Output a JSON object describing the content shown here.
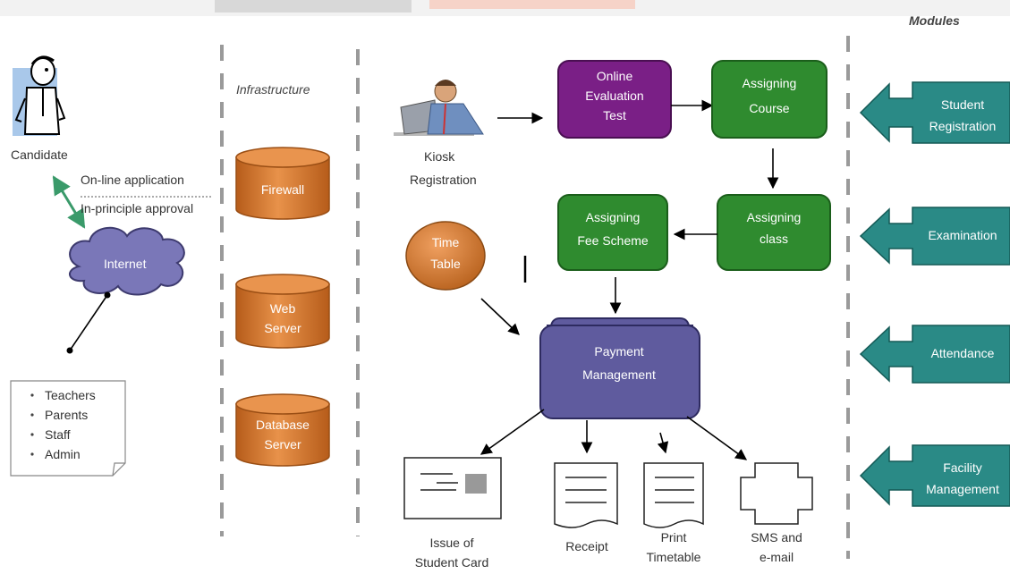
{
  "header": {
    "modules_label": "Modules",
    "infrastructure_label": "Infrastructure"
  },
  "candidate": {
    "label": "Candidate",
    "online_application": "On-line application",
    "in_principle_approval": "In-principle approval",
    "internet": "Internet",
    "users": [
      "Teachers",
      "Parents",
      "Staff",
      "Admin"
    ]
  },
  "infrastructure": {
    "firewall": "Firewall",
    "web_server": [
      "Web",
      "Server"
    ],
    "database_server": [
      "Database",
      "Server"
    ]
  },
  "kiosk": {
    "label_line1": "Kiosk",
    "label_line2": "Registration"
  },
  "process": {
    "online_eval": [
      "Online",
      "Evaluation",
      "Test"
    ],
    "assigning_course": [
      "Assigning",
      "Course"
    ],
    "assigning_class": [
      "Assigning",
      "class"
    ],
    "assigning_fee": [
      "Assigning",
      "Fee Scheme"
    ],
    "time_table": [
      "Time",
      "Table"
    ],
    "payment": [
      "Payment",
      "Management"
    ]
  },
  "outputs": {
    "student_card": [
      "Issue of",
      "Student Card"
    ],
    "receipt": [
      "Receipt"
    ],
    "print_timetable": [
      "Print",
      "Timetable"
    ],
    "sms_email": [
      "SMS and",
      "e-mail"
    ]
  },
  "modules": [
    [
      "Student",
      "Registration"
    ],
    [
      "Examination"
    ],
    [
      "Attendance"
    ],
    [
      "Facility",
      "Management"
    ]
  ],
  "colors": {
    "purple": "#7a1f86",
    "green": "#2f8b2f",
    "orange": "#d4782c",
    "slate": "#5f5b9e",
    "teal": "#2a8a86",
    "cloud": "#7a77b8"
  }
}
